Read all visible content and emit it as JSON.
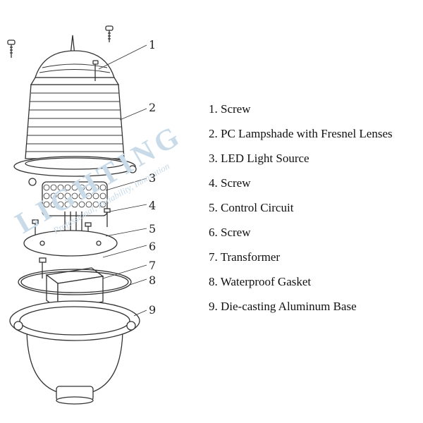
{
  "callout_numbers": [
    "1",
    "2",
    "3",
    "4",
    "5",
    "6",
    "7",
    "8",
    "9"
  ],
  "legend": [
    "1. Screw",
    "2. PC Lampshade with Fresnel Lenses",
    "3. LED Light Source",
    "4. Screw",
    "5. Control Circuit",
    "6. Screw",
    "7. Transformer",
    "8. Waterproof Gasket",
    "9. Die-casting Aluminum Base"
  ],
  "watermark": {
    "brand": "LIGHTING",
    "tagline": "Professional, Reliability, Innovation"
  },
  "colors": {
    "line": "#333333",
    "watermark": "#c9dbe8",
    "text": "#111111"
  }
}
